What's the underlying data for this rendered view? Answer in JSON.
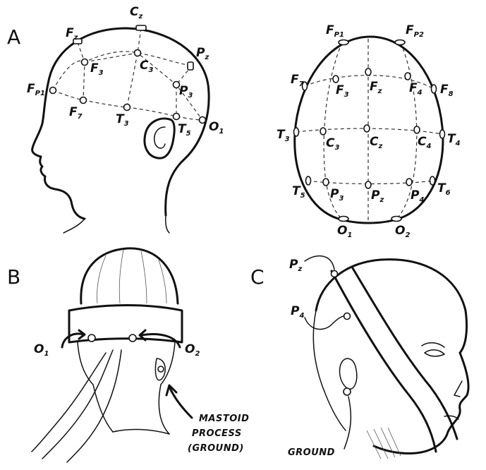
{
  "panels": {
    "a": "A",
    "b": "B",
    "c": "C"
  },
  "side_view": {
    "electrodes": [
      {
        "main": "F",
        "sub": "z"
      },
      {
        "main": "C",
        "sub": "z"
      },
      {
        "main": "P",
        "sub": "z"
      },
      {
        "main": "F",
        "sub": "3"
      },
      {
        "main": "C",
        "sub": "3"
      },
      {
        "main": "P",
        "sub": "3"
      },
      {
        "main": "F",
        "sub": "P1"
      },
      {
        "main": "F",
        "sub": "7"
      },
      {
        "main": "T",
        "sub": "3"
      },
      {
        "main": "T",
        "sub": "5"
      },
      {
        "main": "O",
        "sub": "1"
      }
    ]
  },
  "top_view": {
    "electrodes": [
      {
        "main": "F",
        "sub": "P1"
      },
      {
        "main": "F",
        "sub": "P2"
      },
      {
        "main": "F",
        "sub": "7"
      },
      {
        "main": "F",
        "sub": "3"
      },
      {
        "main": "F",
        "sub": "z"
      },
      {
        "main": "F",
        "sub": "4"
      },
      {
        "main": "F",
        "sub": "8"
      },
      {
        "main": "T",
        "sub": "3"
      },
      {
        "main": "C",
        "sub": "3"
      },
      {
        "main": "C",
        "sub": "z"
      },
      {
        "main": "C",
        "sub": "4"
      },
      {
        "main": "T",
        "sub": "4"
      },
      {
        "main": "T",
        "sub": "5"
      },
      {
        "main": "P",
        "sub": "3"
      },
      {
        "main": "P",
        "sub": "z"
      },
      {
        "main": "P",
        "sub": "4"
      },
      {
        "main": "T",
        "sub": "6"
      },
      {
        "main": "O",
        "sub": "1"
      },
      {
        "main": "O",
        "sub": "2"
      }
    ]
  },
  "back_view": {
    "o1": {
      "main": "O",
      "sub": "1"
    },
    "o2": {
      "main": "O",
      "sub": "2"
    },
    "caption_lines": [
      "MASTOID",
      "PROCESS",
      "(GROUND)"
    ]
  },
  "front_view": {
    "pz": {
      "main": "P",
      "sub": "z"
    },
    "p4": {
      "main": "P",
      "sub": "4"
    },
    "ground": "GROUND"
  }
}
